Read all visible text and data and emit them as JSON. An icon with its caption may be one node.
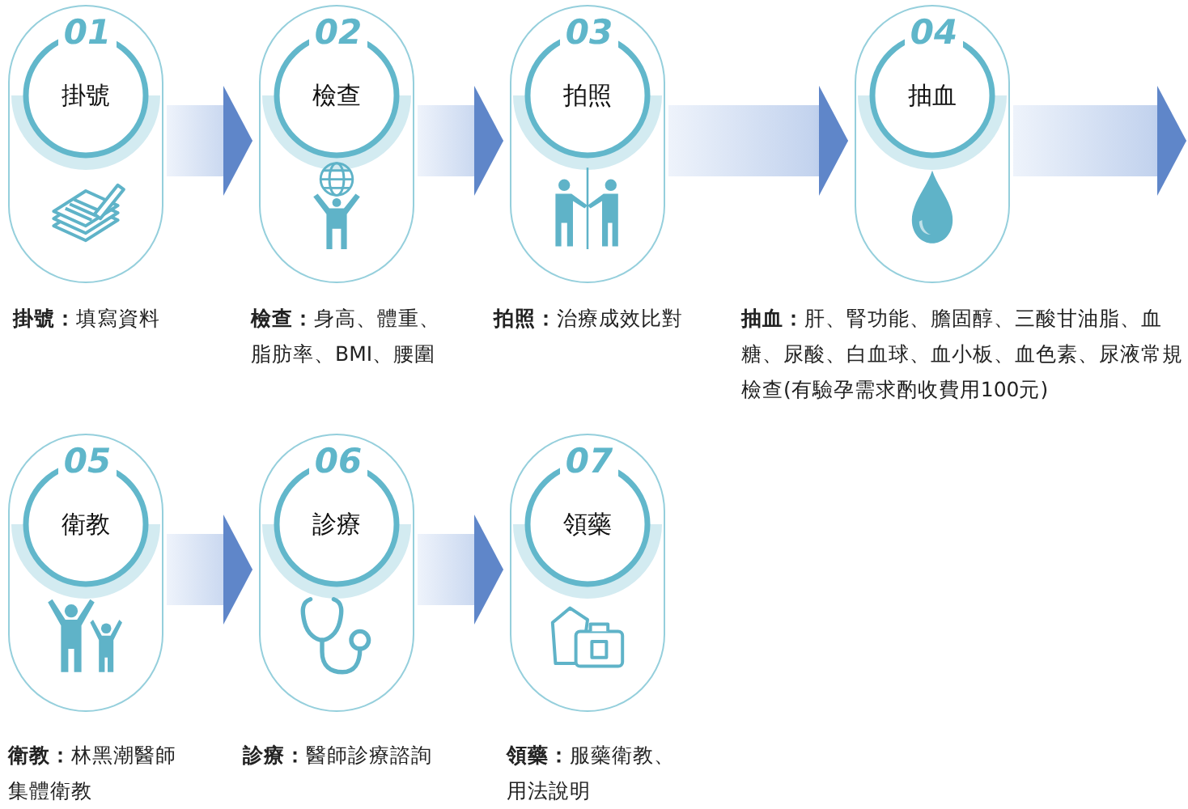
{
  "diagram": {
    "nodes": [
      {
        "text": [
          "01",
          "掛號"
        ],
        "beside": [
          "**掛號：**填寫資料"
        ]
      },
      {
        "text": [
          "02",
          "檢查"
        ],
        "beside": [
          "**檢查：**身高、體重、脂肪率、BMI、腰圍"
        ]
      },
      {
        "text": [
          "03",
          "拍照"
        ],
        "beside": [
          "**拍照：**治療成效比對"
        ]
      },
      {
        "text": [
          "04",
          "抽血"
        ],
        "beside": [
          "**抽血：**肝、腎功能、膽固醇、三酸甘油脂、血糖、尿酸、白血球、血小板、血色素、尿液常規檢查(有驗孕需求酌收費用100元)"
        ]
      },
      {
        "text": [
          "05",
          "衛教"
        ],
        "beside": [
          "**衛教：**林黑潮醫師集體衛教"
        ]
      },
      {
        "text": [
          "06",
          "診療"
        ],
        "beside": [
          "**診療：**醫師診療諮詢"
        ]
      },
      {
        "text": [
          "07",
          "領藥"
        ],
        "beside": [
          "**領藥：**服藥衛教、用法說明"
        ]
      }
    ],
    "edges": [
      {
        "from": 0,
        "to": 1,
        "arrow": "to"
      },
      {
        "from": 1,
        "to": 2,
        "arrow": "to"
      },
      {
        "from": 2,
        "to": 3,
        "arrow": "to"
      },
      {
        "from": 3,
        "to": null,
        "arrow": "to"
      },
      {
        "from": 4,
        "to": 5,
        "arrow": "to"
      },
      {
        "from": 5,
        "to": 6,
        "arrow": "to"
      }
    ]
  }
}
